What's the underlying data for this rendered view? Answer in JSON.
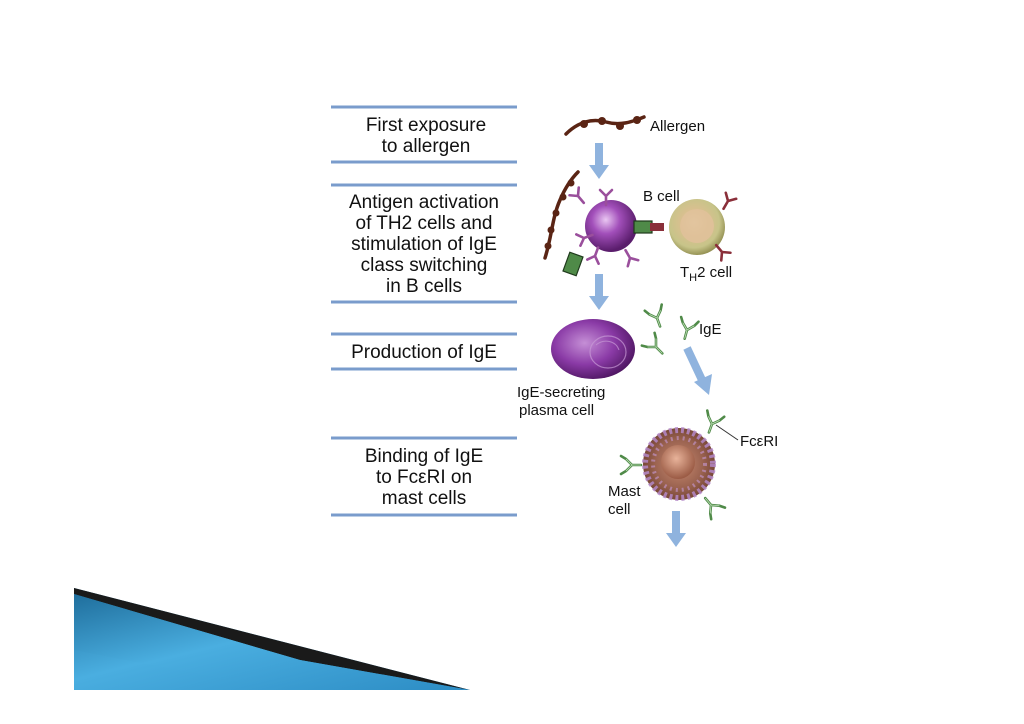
{
  "steps": [
    {
      "lines": [
        "First exposure",
        "to allergen"
      ]
    },
    {
      "lines": [
        "Antigen activation",
        "of TH2 cells and",
        "stimulation of IgE",
        "class switching",
        "in B cells"
      ]
    },
    {
      "lines": [
        "Production of IgE"
      ]
    },
    {
      "lines": [
        "Binding of IgE",
        "to FcεRI on",
        "mast cells"
      ]
    }
  ],
  "labels": {
    "allergen": "Allergen",
    "b_cell": "B cell",
    "th2_prefix": "T",
    "th2_sub": "H",
    "th2_suffix": "2 cell",
    "ige": "IgE",
    "plasma_line1": "IgE-secreting",
    "plasma_line2": "plasma cell",
    "fceri": "FcεRI",
    "mast_line1": "Mast",
    "mast_line2": "cell"
  },
  "colors": {
    "arrow": "#8fb3de",
    "bracket": "#7a9ccc",
    "allergen": "#5a2414",
    "b_cell": "#7b2a8c",
    "th2_cell": "#c9c48a",
    "plasma_cell": "#6e2a86",
    "mast_cell": "#8b5a48",
    "ige": "#4f8a48",
    "receptor": "#8a2f3a",
    "corner_blue": "#2f8fc4",
    "corner_dark": "#1a1a1a"
  }
}
